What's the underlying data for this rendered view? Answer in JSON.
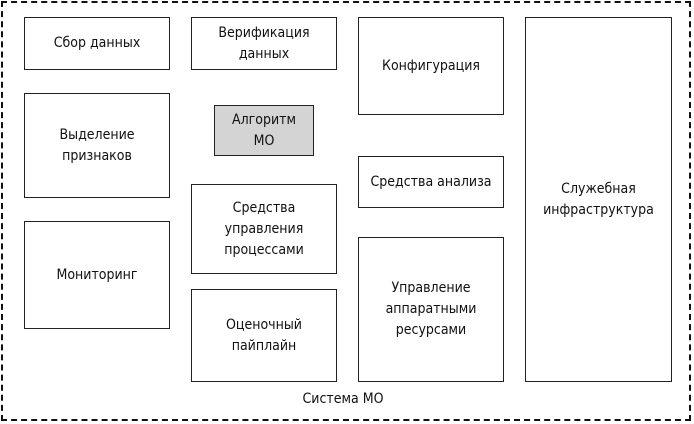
{
  "system_label": "Система МО",
  "components": {
    "data_collection": "Сбор данных",
    "data_verification": "Верификация данных",
    "configuration": "Конфигурация",
    "serving_infrastructure": "Служебная инфраструктура",
    "feature_extraction": "Выделение признаков",
    "ml_algorithm": "Алгоритм МО",
    "process_management_tools": "Средства управления процессами",
    "analysis_tools": "Средства анализа",
    "monitoring": "Мониторинг",
    "evaluation_pipeline": "Оценочный пайплайн",
    "machine_resource_management": "Управление аппаратными ресурсами"
  },
  "colors": {
    "highlight": "#d4d4d4",
    "border": "#222222"
  }
}
